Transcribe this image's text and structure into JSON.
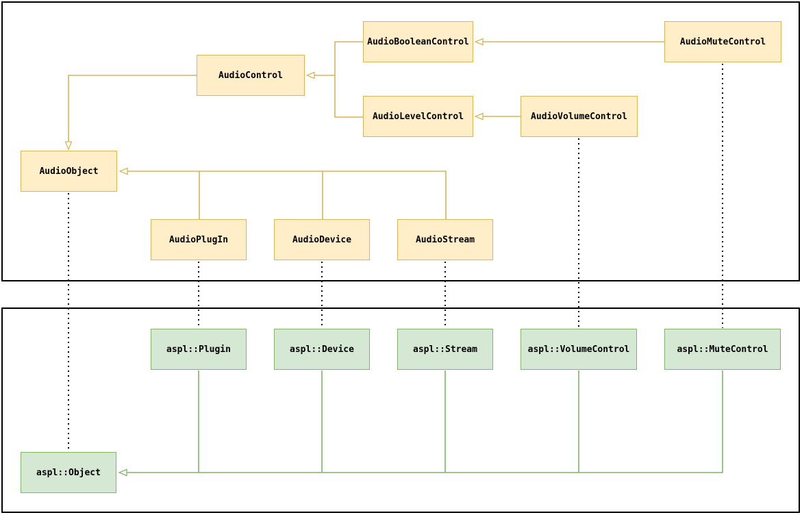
{
  "diagram": {
    "type": "class-hierarchy",
    "nodes": [
      {
        "id": "AudioBooleanControl",
        "label": "AudioBooleanControl",
        "group": "coreaudio"
      },
      {
        "id": "AudioMuteControl",
        "label": "AudioMuteControl",
        "group": "coreaudio"
      },
      {
        "id": "AudioControl",
        "label": "AudioControl",
        "group": "coreaudio"
      },
      {
        "id": "AudioLevelControl",
        "label": "AudioLevelControl",
        "group": "coreaudio"
      },
      {
        "id": "AudioVolumeControl",
        "label": "AudioVolumeControl",
        "group": "coreaudio"
      },
      {
        "id": "AudioObject",
        "label": "AudioObject",
        "group": "coreaudio"
      },
      {
        "id": "AudioPlugIn",
        "label": "AudioPlugIn",
        "group": "coreaudio"
      },
      {
        "id": "AudioDevice",
        "label": "AudioDevice",
        "group": "coreaudio"
      },
      {
        "id": "AudioStream",
        "label": "AudioStream",
        "group": "coreaudio"
      },
      {
        "id": "aspl::Plugin",
        "label": "aspl::Plugin",
        "group": "aspl"
      },
      {
        "id": "aspl::Device",
        "label": "aspl::Device",
        "group": "aspl"
      },
      {
        "id": "aspl::Stream",
        "label": "aspl::Stream",
        "group": "aspl"
      },
      {
        "id": "aspl::VolumeControl",
        "label": "aspl::VolumeControl",
        "group": "aspl"
      },
      {
        "id": "aspl::MuteControl",
        "label": "aspl::MuteControl",
        "group": "aspl"
      },
      {
        "id": "aspl::Object",
        "label": "aspl::Object",
        "group": "aspl"
      }
    ],
    "edges": [
      {
        "from": "AudioMuteControl",
        "to": "AudioBooleanControl",
        "type": "inheritance"
      },
      {
        "from": "AudioVolumeControl",
        "to": "AudioLevelControl",
        "type": "inheritance"
      },
      {
        "from": "AudioBooleanControl",
        "to": "AudioControl",
        "type": "inheritance"
      },
      {
        "from": "AudioLevelControl",
        "to": "AudioControl",
        "type": "inheritance"
      },
      {
        "from": "AudioControl",
        "to": "AudioObject",
        "type": "inheritance"
      },
      {
        "from": "AudioPlugIn",
        "to": "AudioObject",
        "type": "inheritance"
      },
      {
        "from": "AudioDevice",
        "to": "AudioObject",
        "type": "inheritance"
      },
      {
        "from": "AudioStream",
        "to": "AudioObject",
        "type": "inheritance"
      },
      {
        "from": "aspl::Plugin",
        "to": "aspl::Object",
        "type": "inheritance"
      },
      {
        "from": "aspl::Device",
        "to": "aspl::Object",
        "type": "inheritance"
      },
      {
        "from": "aspl::Stream",
        "to": "aspl::Object",
        "type": "inheritance"
      },
      {
        "from": "aspl::VolumeControl",
        "to": "aspl::Object",
        "type": "inheritance"
      },
      {
        "from": "aspl::MuteControl",
        "to": "aspl::Object",
        "type": "inheritance"
      },
      {
        "from": "AudioObject",
        "to": "aspl::Object",
        "type": "dotted-link"
      },
      {
        "from": "AudioPlugIn",
        "to": "aspl::Plugin",
        "type": "dotted-link"
      },
      {
        "from": "AudioDevice",
        "to": "aspl::Device",
        "type": "dotted-link"
      },
      {
        "from": "AudioStream",
        "to": "aspl::Stream",
        "type": "dotted-link"
      },
      {
        "from": "AudioVolumeControl",
        "to": "aspl::VolumeControl",
        "type": "dotted-link"
      },
      {
        "from": "AudioMuteControl",
        "to": "aspl::MuteControl",
        "type": "dotted-link"
      }
    ]
  },
  "colors": {
    "coreaudio_fill": "#ffeec7",
    "coreaudio_stroke": "#d6b656",
    "aspl_fill": "#d5e8d4",
    "aspl_stroke": "#82b366",
    "frame_stroke": "#000000",
    "link_stroke": "#000000",
    "text_color": "#000000",
    "canvas_bg": "#ffffff"
  }
}
